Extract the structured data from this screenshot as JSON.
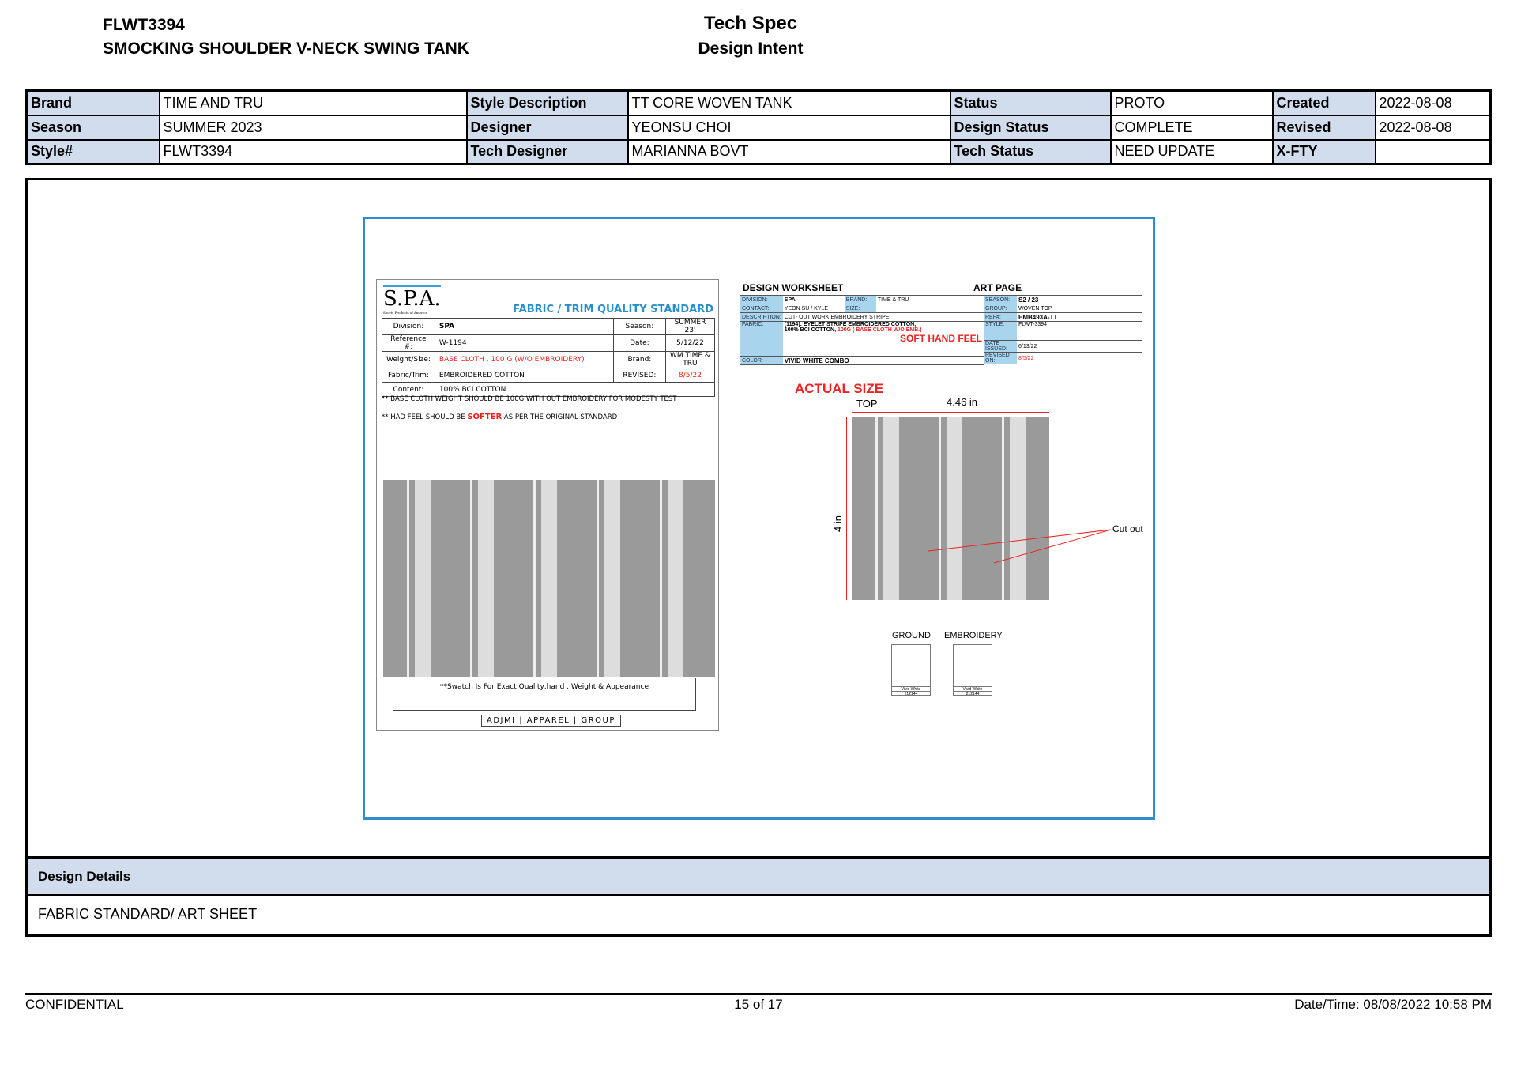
{
  "header": {
    "style_code": "FLWT3394",
    "style_name": "SMOCKING SHOULDER V-NECK SWING TANK",
    "doc_title": "Tech Spec",
    "doc_subtitle": "Design Intent"
  },
  "info": [
    [
      {
        "label": "Brand",
        "value": "TIME AND TRU"
      },
      {
        "label": "Style Description",
        "value": "TT CORE WOVEN TANK"
      },
      {
        "label": "Status",
        "value": "PROTO"
      },
      {
        "label": "Created",
        "value": "2022-08-08"
      }
    ],
    [
      {
        "label": "Season",
        "value": "SUMMER 2023"
      },
      {
        "label": "Designer",
        "value": "YEONSU CHOI"
      },
      {
        "label": "Design Status",
        "value": "COMPLETE"
      },
      {
        "label": "Revised",
        "value": "2022-08-08"
      }
    ],
    [
      {
        "label": "Style#",
        "value": "FLWT3394"
      },
      {
        "label": "Tech Designer",
        "value": "MARIANNA BOVT"
      },
      {
        "label": "Tech Status",
        "value": "NEED UPDATE"
      },
      {
        "label": "X-FTY",
        "value": ""
      }
    ]
  ],
  "spa": {
    "logo": "S.P.A.",
    "logo_sub": "Sports Products of America",
    "title": "FABRIC / TRIM QUALITY STANDARD",
    "rows": [
      [
        "Division:",
        "SPA",
        "Season:",
        "SUMMER 23'"
      ],
      [
        "Reference #:",
        "W-1194",
        "Date:",
        "5/12/22"
      ],
      [
        "Weight/Size:",
        "BASE CLOTH , 100 G (W/O EMBROIDERY)",
        "Brand:",
        "WM TIME & TRU"
      ],
      [
        "Fabric/Trim:",
        "EMBROIDERED COTTON",
        "REVISED:",
        "8/5/22"
      ],
      [
        "Content:",
        "100% BCI COTTON",
        "",
        ""
      ]
    ],
    "note1": "** BASE CLOTH WEIGHT SHOULD BE 100G WITH OUT EMBROIDERY FOR MODESTY TEST",
    "note2_pre": "** HAD FEEL SHOULD BE ",
    "note2_em": "SOFTER",
    "note2_post": " AS PER THE ORIGINAL STANDARD",
    "swatch_note": "**Swatch Is For Exact  Quality,hand , Weight  & Appearance",
    "footer_logo": "ADJMI | APPAREL | GROUP"
  },
  "worksheet": {
    "title": "DESIGN WORKSHEET",
    "art_title": "ART PAGE",
    "division_l": "DIVISION:",
    "division": "SPA",
    "brand_l": "BRAND:",
    "brand": "TIME & TRU",
    "contact_l": "CONTACT:",
    "contact": "YEON SU / KYLE",
    "size_l": "SIZE:",
    "description_l": "DESCRIPTION:",
    "description": "CUT- OUT WORK EMBROIDERY STRIPE",
    "fabric_l": "FABRIC:",
    "fabric1": "(1194): EYELET STRIPE EMBROIDERED COTTON,",
    "fabric2": "100% BCI COTTON, ",
    "fabric2_red": "100G ( BASE CLOTH W/O EMB.)",
    "soft": "SOFT HAND FEEL",
    "color_l": "COLOR:",
    "color": "VIVID WHITE COMBO",
    "season_l": "SEASON:",
    "season": "S2 / 23",
    "group_l": "GROUP:",
    "group": "WOVEN TOP",
    "ref_l": "REF#:",
    "ref": "EMB493A-TT",
    "style_l": "STYLE:",
    "style": "FLWT-3394",
    "issued_l": "DATE ISSUED:",
    "issued": "6/13/22",
    "revised_l": "REVISED ON:",
    "revised": "8/5/22"
  },
  "art": {
    "actual_size": "ACTUAL SIZE",
    "top": "TOP",
    "width": "4.46 in",
    "height": "4 in",
    "cutout": "Cut out",
    "ground": "GROUND",
    "embroidery": "EMBROIDERY",
    "swatch_color": "Vivid White",
    "swatch_code": "212144"
  },
  "details": {
    "heading": "Design Details",
    "text": "FABRIC STANDARD/ ART SHEET"
  },
  "footer": {
    "left": "CONFIDENTIAL",
    "page": "15 of 17",
    "datetime": "Date/Time: 08/08/2022 10:58 PM"
  }
}
